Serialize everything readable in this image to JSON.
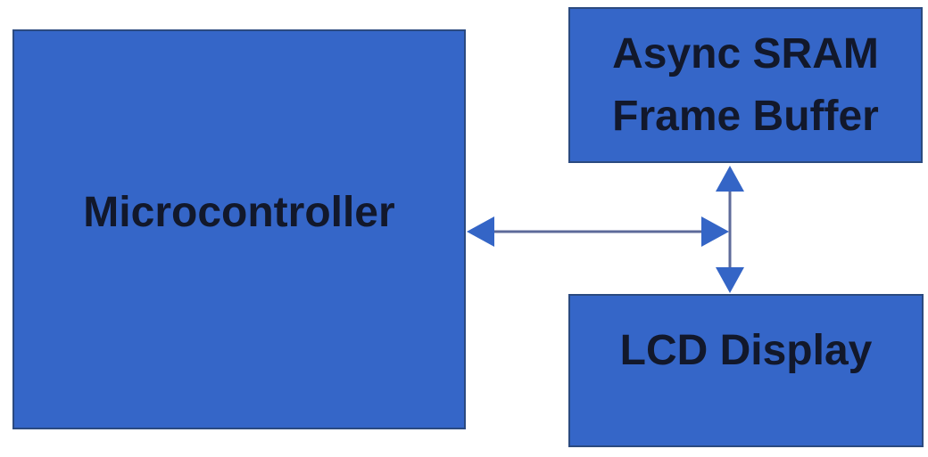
{
  "diagram": {
    "type": "block-diagram",
    "background_color": "#ffffff",
    "node_fill_color": "#3566c8",
    "node_border_color": "#2b4a80",
    "node_text_color": "#12182b",
    "connector_color": "#5d6a99",
    "arrowhead_color": "#3465c6",
    "nodes": [
      {
        "id": "microcontroller",
        "label": "Microcontroller"
      },
      {
        "id": "async-sram-frame-buffer",
        "label": "Async SRAM Frame Buffer",
        "lines": [
          "Async SRAM",
          "Frame Buffer"
        ]
      },
      {
        "id": "lcd-display",
        "label": "LCD Display"
      }
    ],
    "edges": [
      {
        "from": "microcontroller",
        "to": "memory-display-bus-junction",
        "direction": "bidirectional",
        "orientation": "horizontal"
      },
      {
        "from": "async-sram-frame-buffer",
        "to": "lcd-display",
        "direction": "bidirectional",
        "orientation": "vertical"
      }
    ]
  }
}
